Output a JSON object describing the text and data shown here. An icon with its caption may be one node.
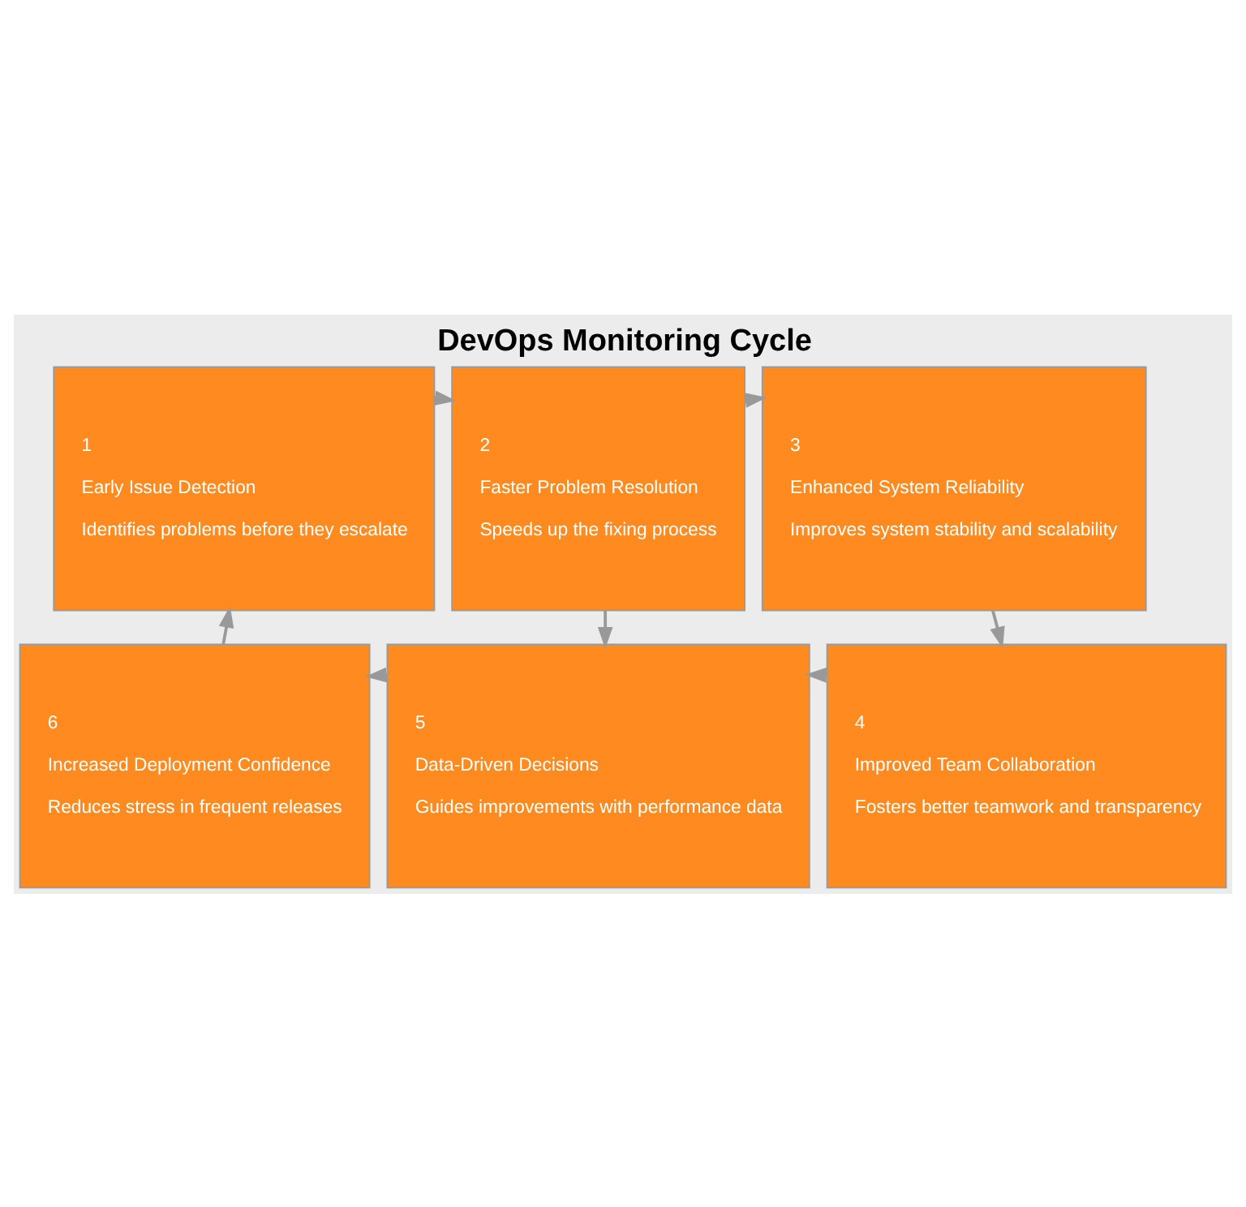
{
  "diagram": {
    "title": "DevOps Monitoring Cycle",
    "nodes": [
      {
        "text": [
          "1",
          "Early Issue Detection",
          "Identifies problems before they escalate"
        ]
      },
      {
        "text": [
          "2",
          "Faster Problem Resolution",
          "Speeds up the fixing process"
        ]
      },
      {
        "text": [
          "3",
          "Enhanced System Reliability",
          "Improves system stability and scalability"
        ]
      },
      {
        "text": [
          "6",
          "Increased Deployment Confidence",
          "Reduces stress in frequent releases"
        ]
      },
      {
        "text": [
          "5",
          "Data-Driven Decisions",
          "Guides improvements with performance data"
        ]
      },
      {
        "text": [
          "4",
          "Improved Team Collaboration",
          "Fosters better teamwork and transparency"
        ]
      }
    ],
    "edges": [
      {
        "from": 0,
        "to": 1,
        "arrow": "to"
      },
      {
        "from": 1,
        "to": 2,
        "arrow": "to"
      },
      {
        "from": 2,
        "to": 5,
        "arrow": "to"
      },
      {
        "from": 5,
        "to": 4,
        "arrow": "to"
      },
      {
        "from": 4,
        "to": 3,
        "arrow": "to"
      },
      {
        "from": 3,
        "to": 0,
        "arrow": "to"
      },
      {
        "from": 1,
        "to": 4,
        "arrow": "to"
      }
    ]
  }
}
